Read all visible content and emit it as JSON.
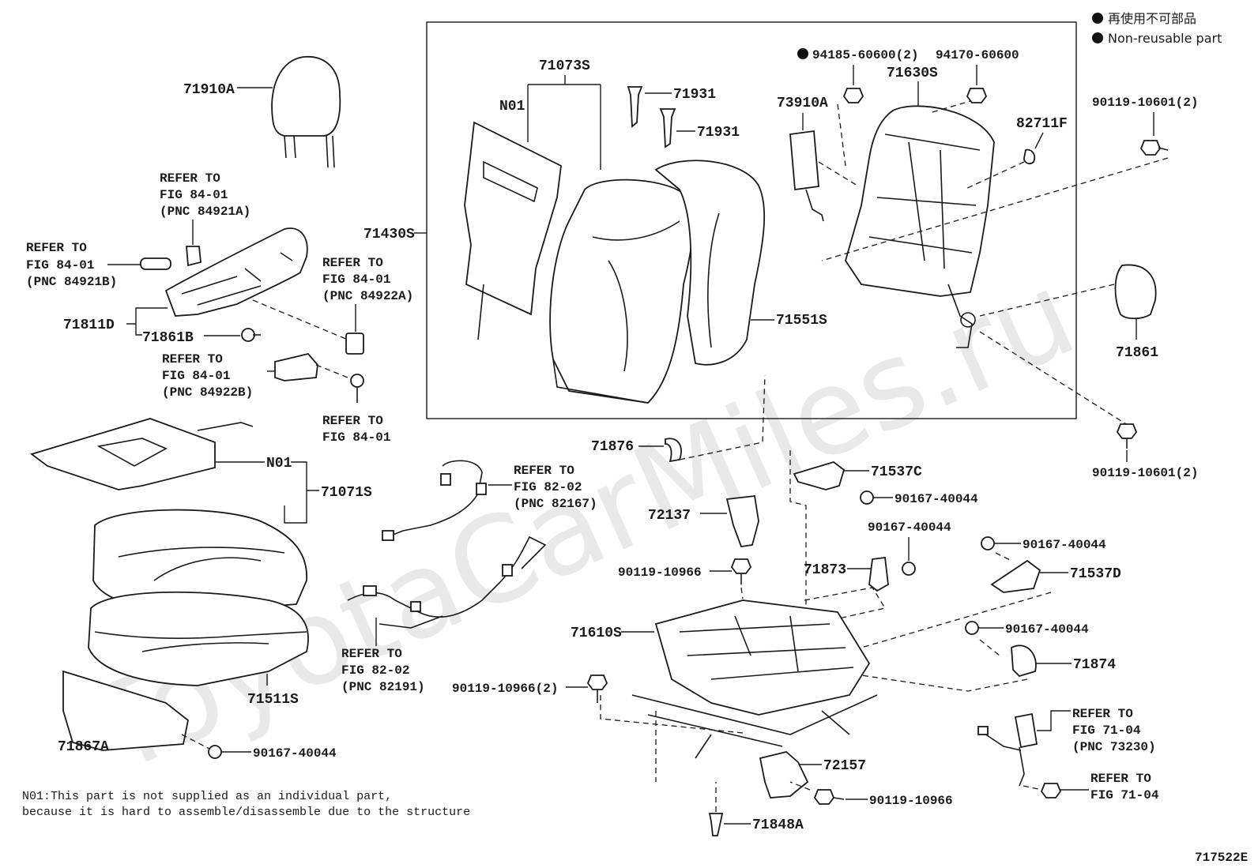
{
  "watermark": "ToyotaCarMiles.ru",
  "legend": {
    "line1": "再使用不可部品",
    "line2": "Non-reusable part"
  },
  "note": {
    "line1": "N01:This part is not supplied as an individual part,",
    "line2": " because it is hard to assemble/disassemble due to the structure"
  },
  "figure_id": "717522E",
  "labels": {
    "p71910A": "71910A",
    "refer_84921A_1": "REFER TO",
    "refer_84921A_2": "FIG 84-01",
    "refer_84921A_3": "(PNC 84921A)",
    "refer_84921B_1": "REFER TO",
    "refer_84921B_2": "FIG 84-01",
    "refer_84921B_3": "(PNC 84921B)",
    "refer_84922A_1": "REFER TO",
    "refer_84922A_2": "FIG 84-01",
    "refer_84922A_3": "(PNC 84922A)",
    "refer_84922B_1": "REFER TO",
    "refer_84922B_2": "FIG 84-01",
    "refer_84922B_3": "(PNC 84922B)",
    "refer_8401_1": "REFER TO",
    "refer_8401_2": "FIG 84-01",
    "p71811D": "71811D",
    "p71861B": "71861B",
    "p71430S": "71430S",
    "p71073S": "71073S",
    "pN01_top": "N01",
    "p71931a": "71931",
    "p71931b": "71931",
    "p71551S": "71551S",
    "p94185": "94185-60600(2)",
    "p94170": "94170-60600",
    "p71630S": "71630S",
    "p73910A": "73910A",
    "p82711F": "82711F",
    "p90119_10601a": "90119-10601(2)",
    "p90119_10601b": "90119-10601(2)",
    "p71861": "71861",
    "pN01_bot": "N01",
    "p71071S": "71071S",
    "refer_82167_1": "REFER TO",
    "refer_82167_2": "FIG 82-02",
    "refer_82167_3": "(PNC 82167)",
    "refer_82191_1": "REFER TO",
    "refer_82191_2": "FIG 82-02",
    "refer_82191_3": "(PNC 82191)",
    "p71876": "71876",
    "p71537C": "71537C",
    "p90167_40044a": "90167-40044",
    "p90167_40044b": "90167-40044",
    "p90167_40044c": "90167-40044",
    "p90167_40044d": "90167-40044",
    "p90167_40044e": "90167-40044",
    "p72137": "72137",
    "p90119_10966a": "90119-10966",
    "p71873": "71873",
    "p71537D": "71537D",
    "p71610S": "71610S",
    "p71874": "71874",
    "p90119_10966_2": "90119-10966(2)",
    "p71511S": "71511S",
    "p71867A": "71867A",
    "refer_73230_1": "REFER TO",
    "refer_73230_2": "FIG 71-04",
    "refer_73230_3": "(PNC 73230)",
    "refer_7104_1": "REFER TO",
    "refer_7104_2": "FIG 71-04",
    "p72157": "72157",
    "p90119_10966b": "90119-10966",
    "p71848A": "71848A"
  }
}
